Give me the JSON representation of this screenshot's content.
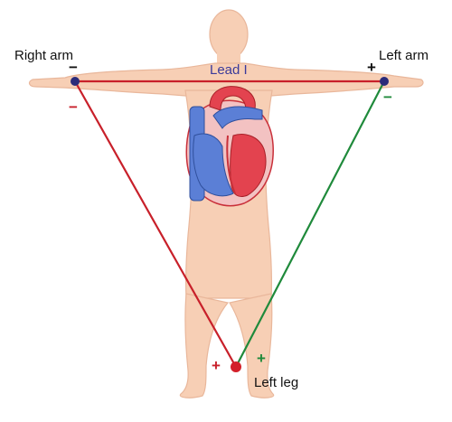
{
  "labels": {
    "right_arm": "Right arm",
    "left_arm": "Left arm",
    "left_leg": "Left leg",
    "lead_i": "Lead I"
  },
  "signs": {
    "right_arm_top": "−",
    "right_arm_side": "−",
    "left_arm_top": "+",
    "left_arm_side": "−",
    "left_leg_red": "+",
    "left_leg_green": "+"
  },
  "colors": {
    "skin": "#f7cfb5",
    "skin_outline": "#e9b79b",
    "lead_i_line": "#c8202a",
    "lead_ii_line": "#c8202a",
    "lead_iii_line": "#1f8a3b",
    "lead_i_label": "#3a3a9a",
    "electrode_arm": "#2b2b7a",
    "electrode_leg": "#d3202a",
    "heart_red": "#e3434f",
    "heart_blue": "#5b7fd6",
    "heart_pale": "#f3c2c2"
  },
  "icons": {
    "figure": "human-body-figure",
    "heart": "heart-cross-section"
  }
}
